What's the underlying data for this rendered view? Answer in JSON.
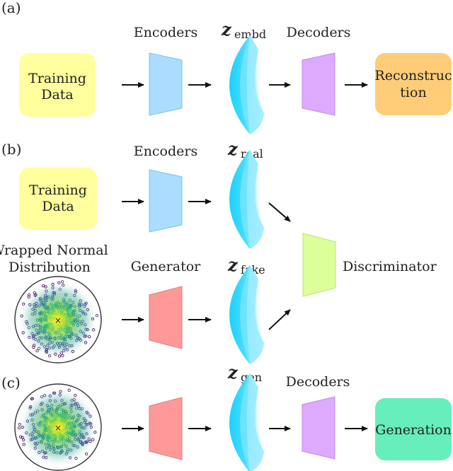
{
  "panels": {
    "a": "(a)",
    "b": "(b)",
    "c": "(c)"
  },
  "row_a": {
    "encoders_label": "Encoders",
    "decoders_label": "Decoders",
    "z_letter": "z",
    "z_sub": "embd",
    "training_data_line1": "Training",
    "training_data_line2": "Data",
    "reconstruction_line1": "Reconstruc",
    "reconstruction_line2": "tion"
  },
  "row_b": {
    "encoders_label": "Encoders",
    "generator_label": "Generator",
    "discriminator_label": "Discriminator",
    "z_real_letter": "z",
    "z_real_sub": "real",
    "z_fake_letter": "z",
    "z_fake_sub": "fake",
    "training_data_line1": "Training",
    "training_data_line2": "Data",
    "wrapped_line1": "Wrapped Normal",
    "wrapped_line2": "Distribution"
  },
  "row_c": {
    "decoders_label": "Decoders",
    "z_letter": "z",
    "z_sub": "gen",
    "generation_label": "Generation"
  },
  "colors": {
    "training_data": "#ffff9e",
    "reconstruction": "#ffcc77",
    "generation": "#66eebb",
    "encoder": "#aaddff",
    "decoder": "#ddaaff",
    "generator": "#ff9999",
    "discriminator": "#ddff99",
    "manifold": "#22ddff"
  }
}
